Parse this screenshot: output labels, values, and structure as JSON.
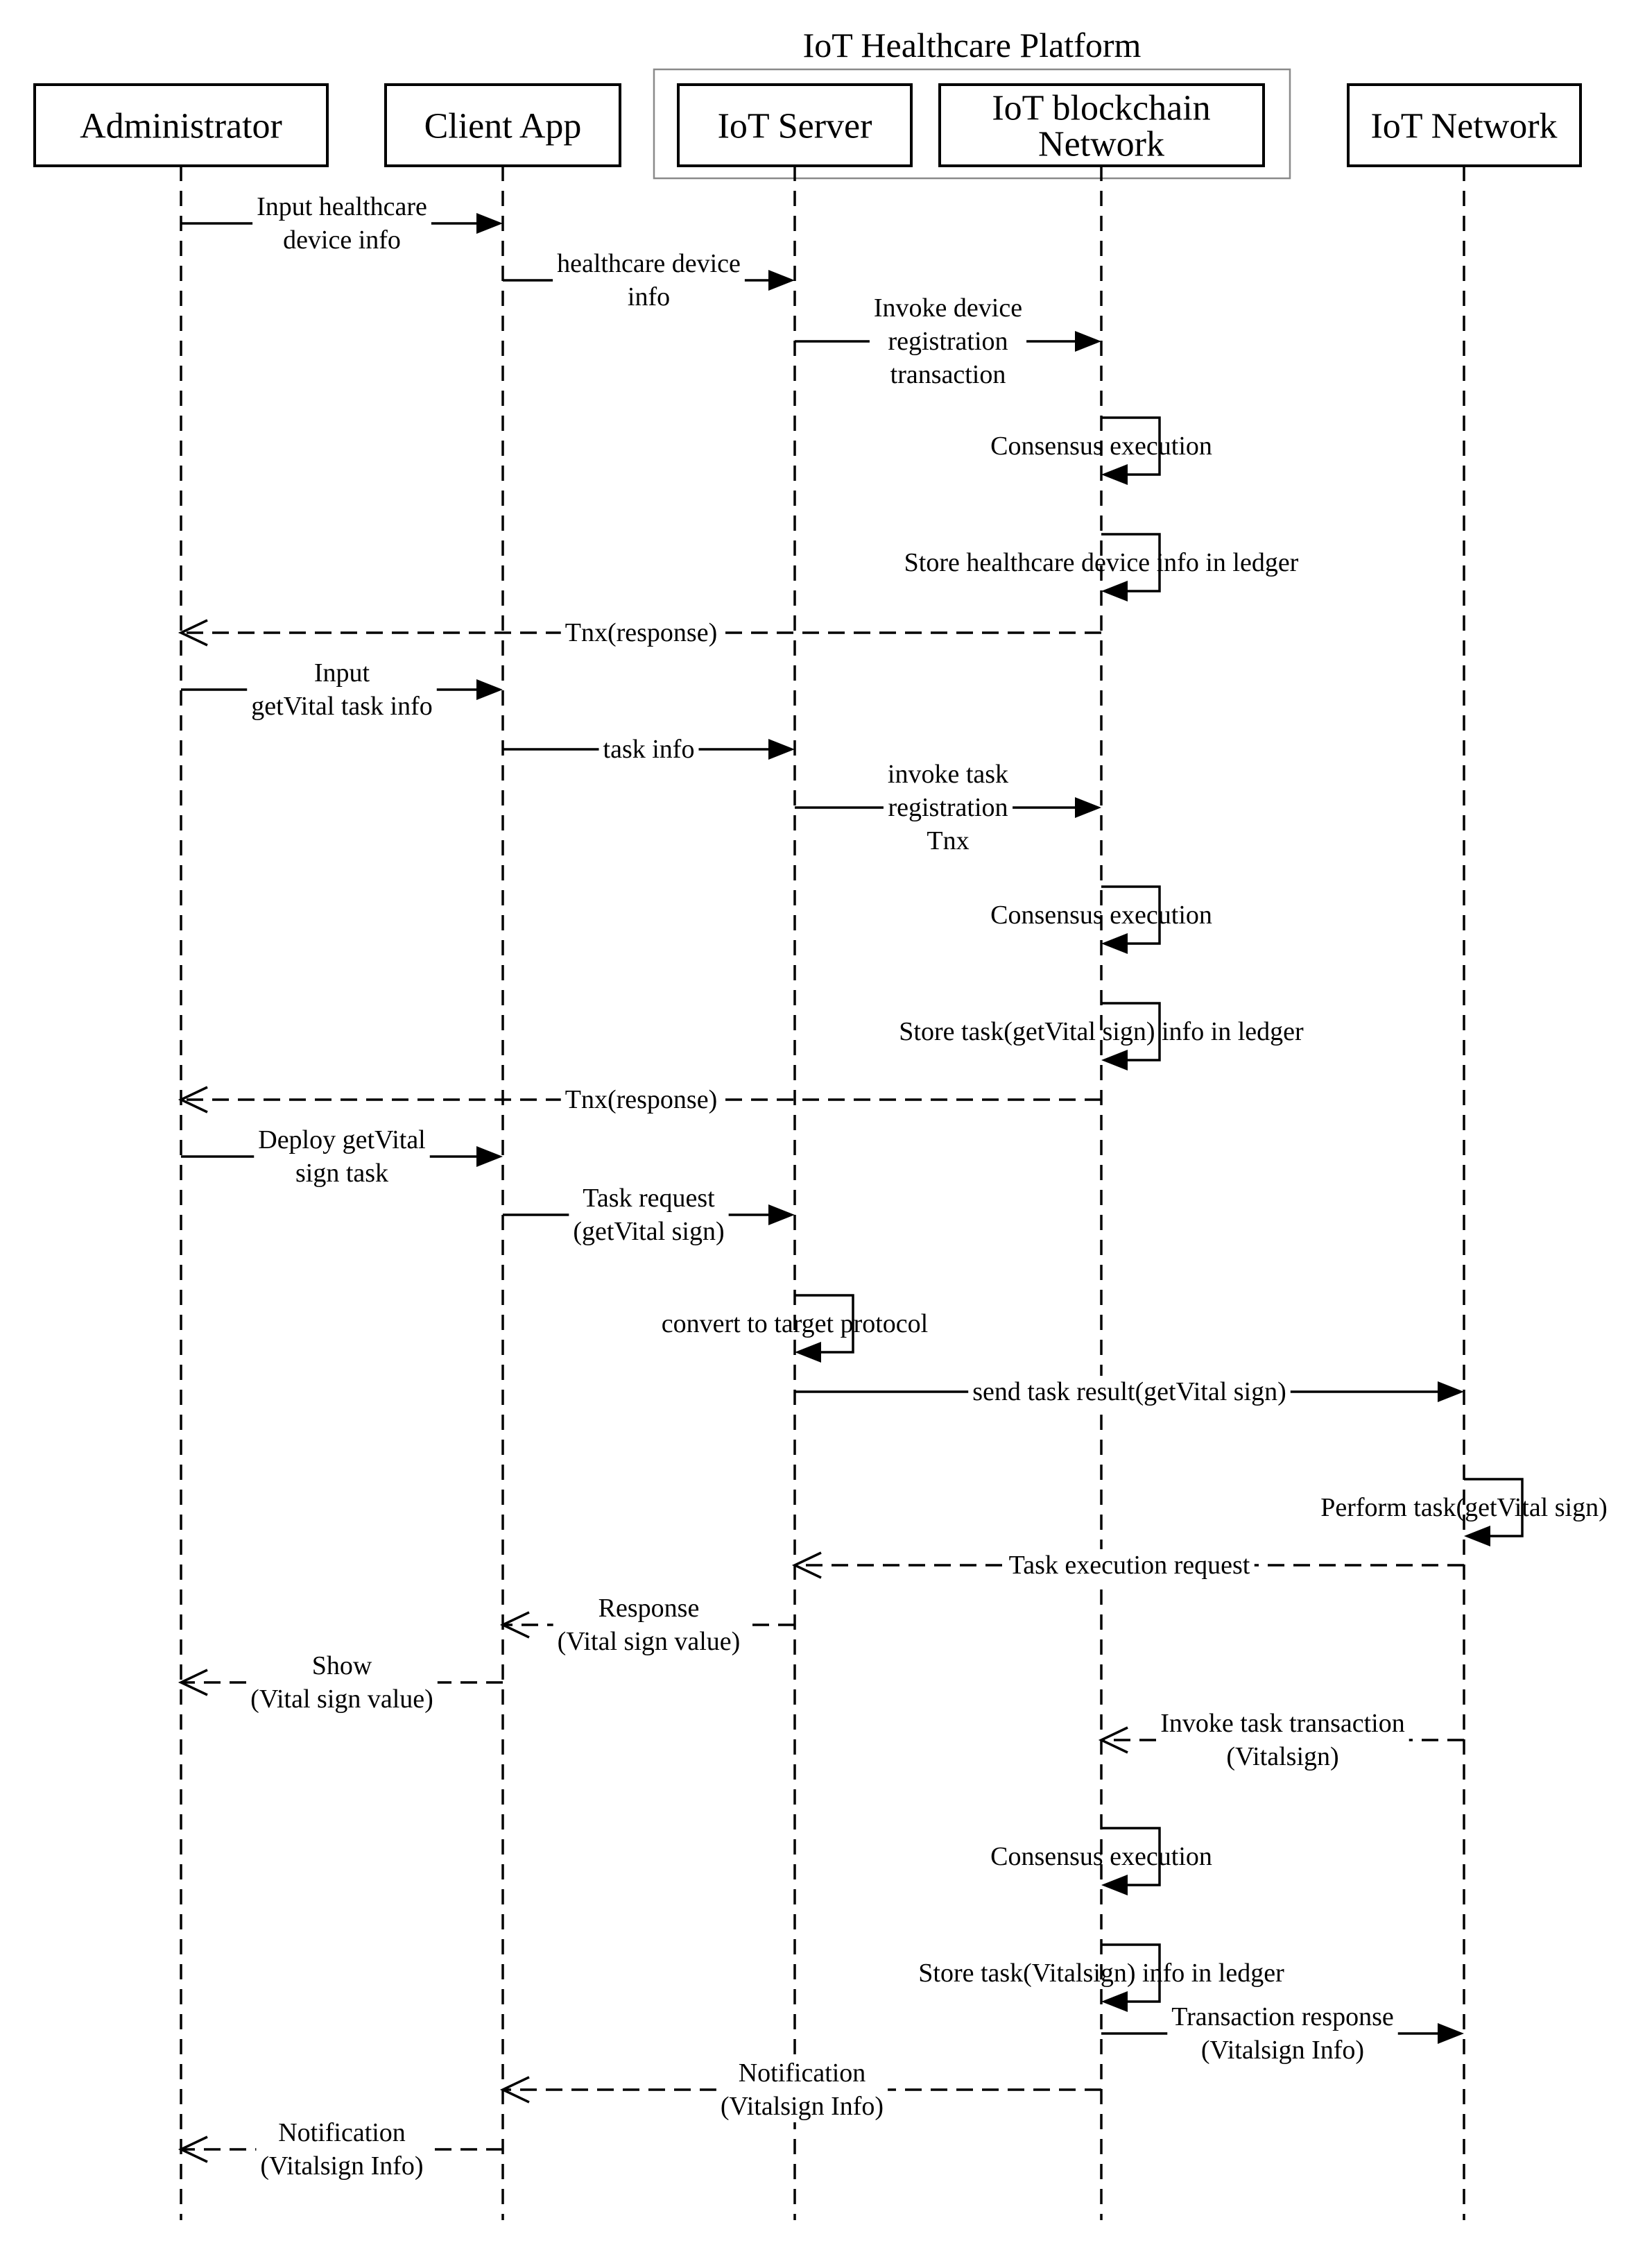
{
  "platform": {
    "title": "IoT Healthcare Platform"
  },
  "actors": [
    {
      "id": "admin",
      "label": [
        "Administrator"
      ]
    },
    {
      "id": "client",
      "label": [
        "Client App"
      ]
    },
    {
      "id": "server",
      "label": [
        "IoT Server"
      ]
    },
    {
      "id": "blockchain",
      "label": [
        "IoT blockchain",
        "Network"
      ]
    },
    {
      "id": "network",
      "label": [
        "IoT Network"
      ]
    }
  ],
  "messages": [
    {
      "from": "admin",
      "to": "client",
      "style": "solid",
      "label": [
        "Input healthcare",
        "device info"
      ]
    },
    {
      "from": "client",
      "to": "server",
      "style": "solid",
      "label": [
        "healthcare device",
        "info"
      ]
    },
    {
      "from": "server",
      "to": "blockchain",
      "style": "solid",
      "label": [
        "Invoke device",
        "registration",
        "transaction"
      ]
    },
    {
      "from": "blockchain",
      "to": "blockchain",
      "style": "self",
      "label": [
        "Consensus execution"
      ]
    },
    {
      "from": "blockchain",
      "to": "blockchain",
      "style": "self",
      "label": [
        "Store healthcare device info in ledger"
      ]
    },
    {
      "from": "blockchain",
      "to": "admin",
      "style": "dashed",
      "label": [
        "Tnx(response)"
      ]
    },
    {
      "from": "admin",
      "to": "client",
      "style": "solid",
      "label": [
        "Input",
        "getVital task info"
      ]
    },
    {
      "from": "client",
      "to": "server",
      "style": "solid",
      "label": [
        "task info"
      ]
    },
    {
      "from": "server",
      "to": "blockchain",
      "style": "solid",
      "label": [
        "invoke task",
        "registration",
        "Tnx"
      ]
    },
    {
      "from": "blockchain",
      "to": "blockchain",
      "style": "self",
      "label": [
        "Consensus execution"
      ]
    },
    {
      "from": "blockchain",
      "to": "blockchain",
      "style": "self",
      "label": [
        "Store task(getVital sign) info in ledger"
      ]
    },
    {
      "from": "blockchain",
      "to": "admin",
      "style": "dashed",
      "label": [
        "Tnx(response)"
      ]
    },
    {
      "from": "admin",
      "to": "client",
      "style": "solid",
      "label": [
        "Deploy getVital",
        "sign task"
      ]
    },
    {
      "from": "client",
      "to": "server",
      "style": "solid",
      "label": [
        "Task request",
        "(getVital sign)"
      ]
    },
    {
      "from": "server",
      "to": "server",
      "style": "self",
      "label": [
        "convert to target protocol"
      ]
    },
    {
      "from": "server",
      "to": "network",
      "style": "solid",
      "label": [
        "send task result(getVital sign)"
      ]
    },
    {
      "from": "network",
      "to": "network",
      "style": "self",
      "label": [
        "Perform task(getVital sign)"
      ]
    },
    {
      "from": "network",
      "to": "server",
      "style": "dashed",
      "label": [
        "Task execution request"
      ]
    },
    {
      "from": "server",
      "to": "client",
      "style": "dashed",
      "label": [
        "Response",
        "(Vital sign value)"
      ]
    },
    {
      "from": "client",
      "to": "admin",
      "style": "dashed",
      "label": [
        "Show",
        "(Vital sign value)"
      ]
    },
    {
      "from": "network",
      "to": "blockchain",
      "style": "dashed",
      "label": [
        "Invoke task transaction",
        "(Vitalsign)"
      ]
    },
    {
      "from": "blockchain",
      "to": "blockchain",
      "style": "self",
      "label": [
        "Consensus execution"
      ]
    },
    {
      "from": "blockchain",
      "to": "blockchain",
      "style": "self",
      "label": [
        "Store task(Vitalsign) info in ledger"
      ]
    },
    {
      "from": "blockchain",
      "to": "network",
      "style": "solid",
      "label": [
        "Transaction response",
        "(Vitalsign Info)"
      ]
    },
    {
      "from": "blockchain",
      "to": "client",
      "style": "dashed",
      "label": [
        "Notification",
        "(Vitalsign Info)"
      ]
    },
    {
      "from": "client",
      "to": "admin",
      "style": "dashed",
      "label": [
        "Notification",
        "(Vitalsign Info)"
      ]
    }
  ]
}
